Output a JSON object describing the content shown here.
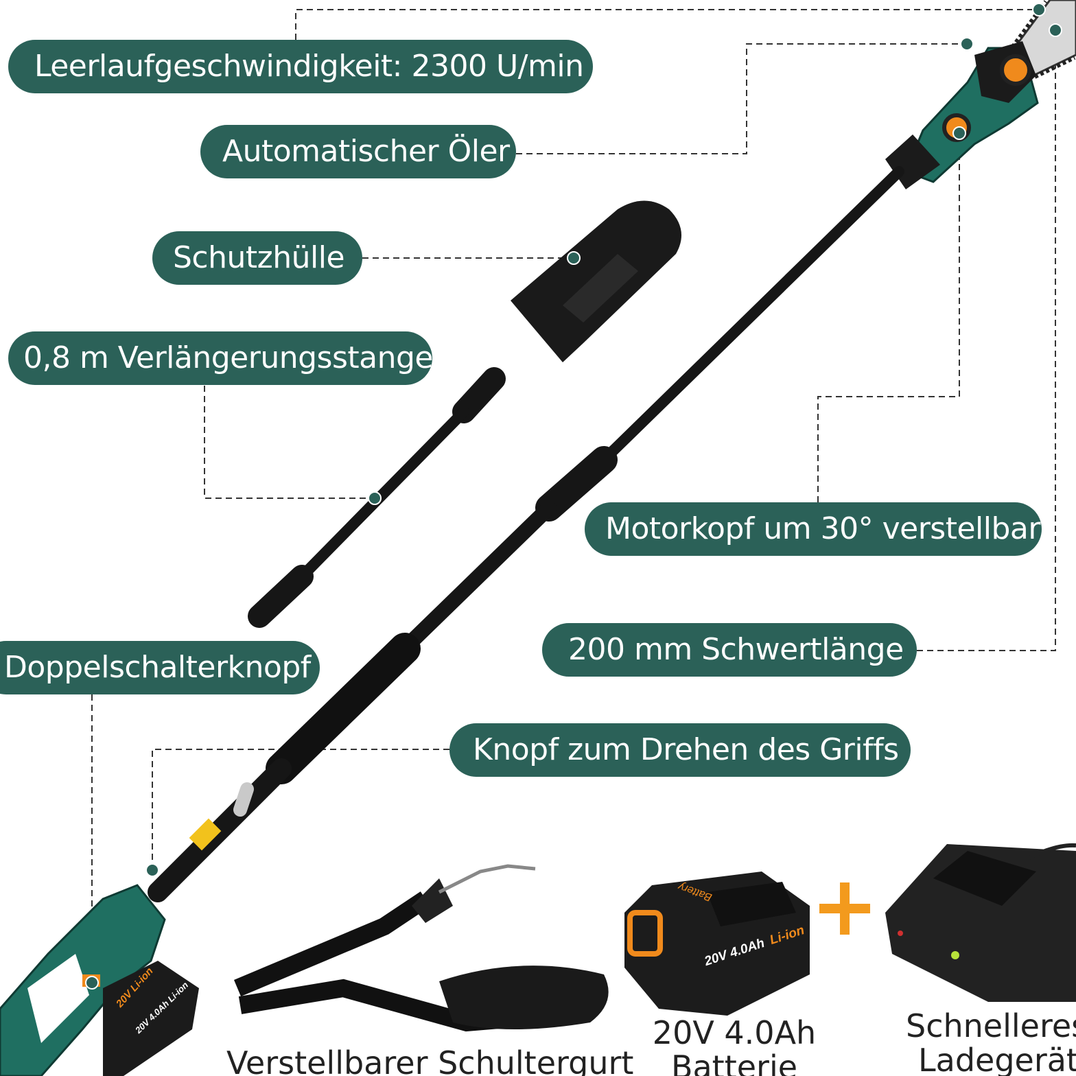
{
  "callouts": {
    "idle_speed": "Leerlaufgeschwindigkeit: 2300 U/min",
    "auto_oiler": "Automatischer Öler",
    "protective_cover": "Schutzhülle",
    "extension_pole": "0,8 m Verlängerungsstange",
    "motor_head": "Motorkopf um 30° verstellbar",
    "bar_length": "200 mm Schwertlänge",
    "double_switch": "Doppelschalterknopf",
    "handle_rotate_button": "Knopf zum Drehen des Griffs"
  },
  "captions": {
    "strap": "Verstellbarer Schultergurt",
    "battery_line1": "20V 4.0Ah",
    "battery_line2": "Batterie",
    "charger_line1": "Schnelleres",
    "charger_line2": "Ladegerät"
  },
  "product_print": {
    "battery_label_main": "20V 4.0Ah",
    "battery_label_accent": "Li-ion",
    "battery_brand": "Battery",
    "tool_battery_label_1": "20V Li-ion",
    "tool_battery_label_2": "20V 4.0Ah Li-ion"
  },
  "colors": {
    "brand_teal": "#2b6158",
    "accent_orange": "#f08a1c",
    "tool_body": "#1f6f61",
    "black": "#161616"
  }
}
